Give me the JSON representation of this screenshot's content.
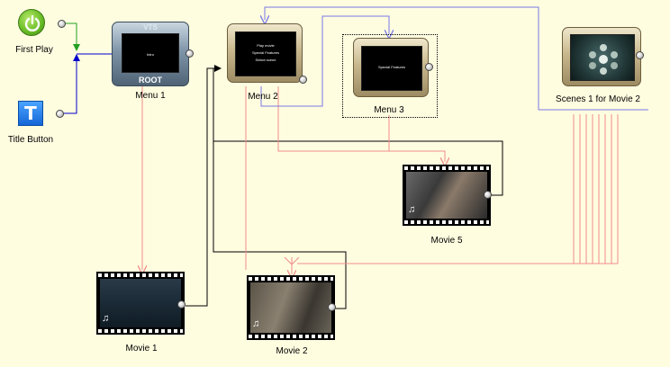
{
  "nodes": {
    "first_play": {
      "label": "First Play",
      "icon": "power-play-icon"
    },
    "title_button": {
      "label": "Title Button",
      "icon": "title-t-icon",
      "glyph": "T"
    },
    "menu1": {
      "label": "Menu 1",
      "header": "VTS",
      "footer": "ROOT",
      "screen_text": [
        "Intro"
      ]
    },
    "menu2": {
      "label": "Menu 2",
      "screen_text": [
        "Play movie",
        "Special Features",
        "Select scene"
      ]
    },
    "menu3": {
      "label": "Menu 3",
      "screen_text": [
        "Special Features"
      ]
    },
    "scenes": {
      "label": "Scenes 1 for Movie 2",
      "icon": "scene-menu-thumbnail"
    },
    "movie5": {
      "label": "Movie 5",
      "icon": "music-note-icon",
      "glyph": "♫"
    },
    "movie1": {
      "label": "Movie 1",
      "icon": "music-note-icon",
      "glyph": "♫"
    },
    "movie2": {
      "label": "Movie 2",
      "icon": "music-note-icon",
      "glyph": "♫"
    }
  },
  "colors": {
    "background": "#fffde0",
    "link_black": "#000000",
    "link_blue": "#0000cc",
    "link_green": "#22a022",
    "link_salmon": "#f08c8c",
    "link_violet": "#7878e6"
  }
}
